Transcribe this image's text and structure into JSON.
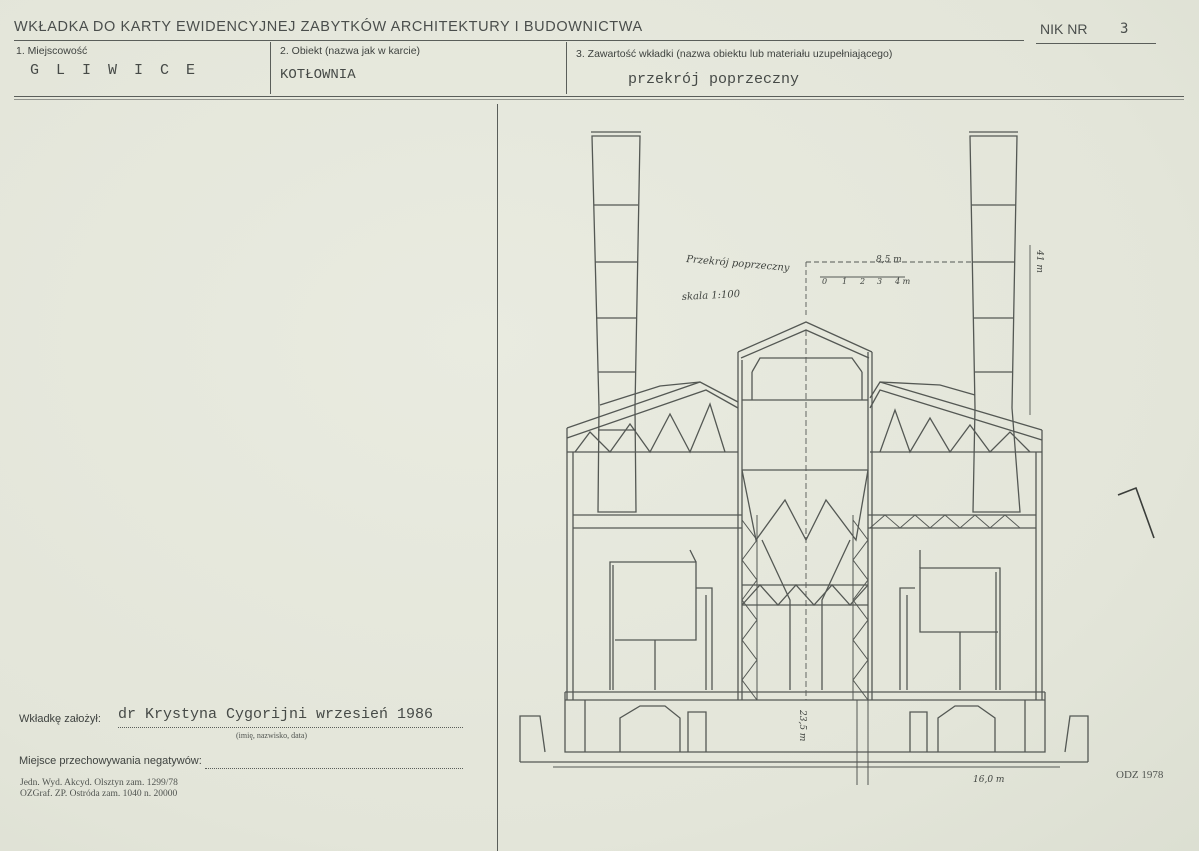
{
  "header": {
    "title": "WKŁADKA DO KARTY EWIDENCYJNEJ ZABYTKÓW ARCHITEKTURY I BUDOWNICTWA",
    "sheet_label": "NIK NR",
    "sheet_number": "3"
  },
  "fields": {
    "locality_label": "1. Miejscowość",
    "locality_value": "G L I W I C E",
    "object_label": "2. Obiekt (nazwa jak w karcie)",
    "object_value": "KOTŁOWNIA",
    "content_label": "3. Zawartość wkładki (nazwa obiektu lub materiału uzupełniającego)",
    "content_value": "przekrój poprzeczny"
  },
  "footer": {
    "founded_label": "Wkładkę założył:",
    "founded_value": "dr  Krystyna Cygorijni wrzesień 1986",
    "founded_hint": "(imię, nazwisko, data)",
    "negatives_label": "Miejsce przechowywania negatywów:",
    "print_line1": "Jedn. Wyd. Akcyd. Olsztyn zam. 1299/78",
    "print_line2": "OZGraf. ZP. Ostróda zam. 1040 n. 20000",
    "form_code": "ODZ 1978"
  },
  "drawing": {
    "title": "Przekrój poprzeczny",
    "scale": "skala 1:100",
    "dim_top": "8,5 m",
    "dim_right": "41 m",
    "dim_height": "23,5 m",
    "dim_width": "16,0 m",
    "scale_ticks": [
      "0",
      "1",
      "2",
      "3",
      "4 m"
    ]
  }
}
